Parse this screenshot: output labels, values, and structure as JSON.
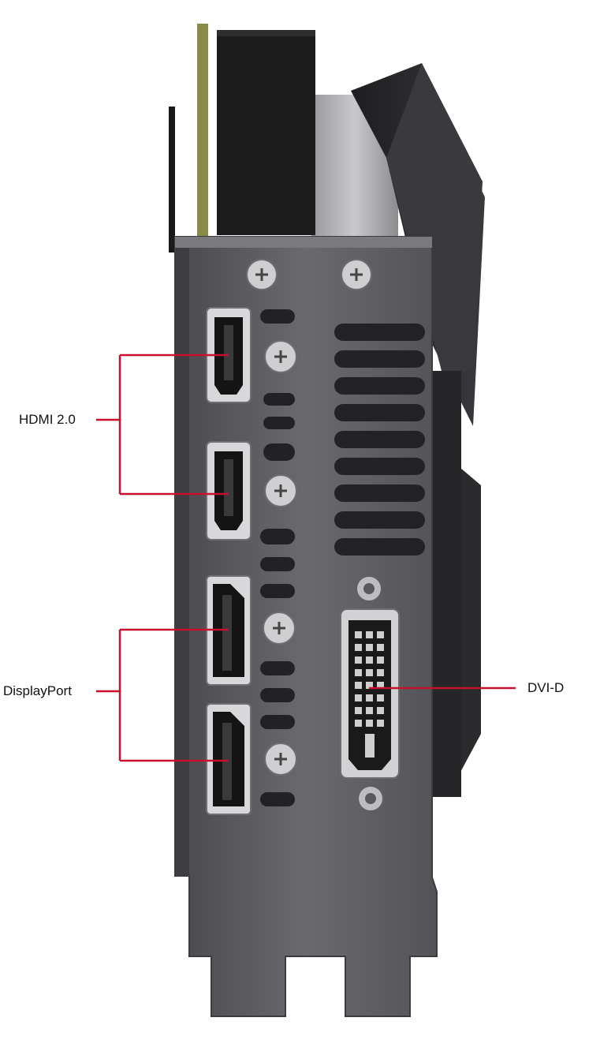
{
  "labels": {
    "hdmi": "HDMI 2.0",
    "displayport": "DisplayPort",
    "dvi": "DVI-D"
  },
  "colors": {
    "callout": "#c8102e",
    "bracket_metal": "#5f5f63",
    "bracket_dark": "#3a3a3d",
    "port_body": "#141414",
    "shroud": "#2b2b2e"
  },
  "ports": [
    {
      "type": "hdmi",
      "count": 2
    },
    {
      "type": "displayport",
      "count": 2
    },
    {
      "type": "dvi-d",
      "count": 1
    }
  ]
}
